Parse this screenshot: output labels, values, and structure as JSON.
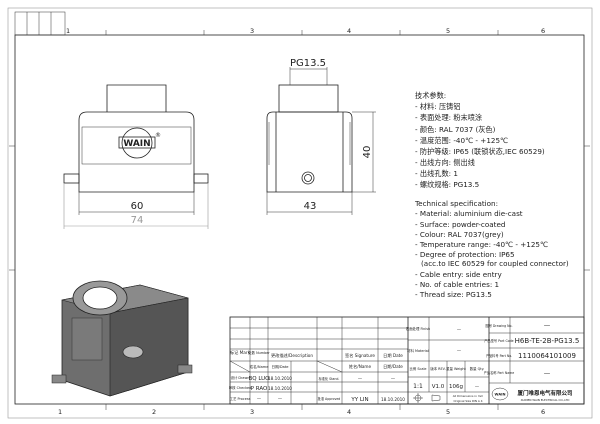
{
  "zones": [
    "1",
    "2",
    "3",
    "4",
    "5",
    "6"
  ],
  "front_view": {
    "logo_text": "WAIN",
    "registered": "®",
    "dim_inner": "60",
    "dim_outer": "74"
  },
  "side_view": {
    "thread_label": "PG13.5",
    "dim_height": "40",
    "dim_width": "43"
  },
  "spec_cn": {
    "title": "技术参数:",
    "items": [
      "- 材料: 压铸铝",
      "- 表面处理: 粉末喷涂",
      "- 颜色: RAL 7037 (灰色)",
      "- 温度范围: -40℃ - +125℃",
      "- 防护等级: IP65 (联锁状态,IEC 60529)",
      "- 出线方向: 侧出线",
      "- 出线孔数: 1",
      "- 螺纹规格: PG13.5"
    ]
  },
  "spec_en": {
    "title": "Technical specification:",
    "items": [
      "- Material: aluminium die-cast",
      "- Surface: powder-coated",
      "- Colour: RAL 7037(grey)",
      "- Temperature range: -40℃ - +125℃",
      "- Degree of protection: IP65",
      "  (acc.to IEC 60529 for coupled connector)",
      "- Cable entry: side entry",
      "- No. of cable entries: 1",
      "- Thread size: PG13.5"
    ]
  },
  "title_block": {
    "mark": "标记 Mark",
    "number": "处数 Number",
    "description": "更改描述/Description",
    "signature": "签名 Signature",
    "date": "日期 Date",
    "name_h": "姓名/Name",
    "date_h": "日期/Date",
    "name_h2": "姓名/Name",
    "date_h2": "日期/Date",
    "drawn": "设计 Drawn",
    "checked": "审核 Checked",
    "process": "工艺 Process",
    "stand": "标准化 Stand.",
    "approved": "批准 Approved",
    "drawn_name": "BQ LUO",
    "drawn_date": "18.10.2010",
    "checked_name": "P RAO",
    "checked_date": "18.10.2010",
    "process_name": "—",
    "process_date": "—",
    "stand_name": "—",
    "stand_date": "—",
    "approved_name": "YY LIN",
    "approved_date": "18.10.2010",
    "finish_label": "表面处理 Finish",
    "finish_value": "—",
    "material_label": "材料 Material",
    "material_value": "—",
    "scale_label": "比例 Scale",
    "rev_label": "版本 REV.",
    "weight_label": "重量 Weight",
    "qty_label": "数量 Qty.",
    "scale": "1:1",
    "rev": "V1.0",
    "weight": "106g",
    "qty": "—",
    "dimensions_note": "All Dimensions in mm",
    "size_note": "Original Size DIN A 4",
    "drawing_no_label": "图号 Drawing No.",
    "drawing_no": "—",
    "part_code_label": "产品型号 Part Code",
    "part_code": "H6B-TE-2B-PG13.5",
    "part_no_label": "产品料号 Part No.",
    "part_no": "1110064101009",
    "part_name_label": "产品名称 Part Name",
    "part_name": "—",
    "company_cn": "厦门唯恩电气有限公司",
    "company_en": "XIAMEN WAIN ELECTRICAL CO.,LTD",
    "logo_text": "WAIN"
  }
}
